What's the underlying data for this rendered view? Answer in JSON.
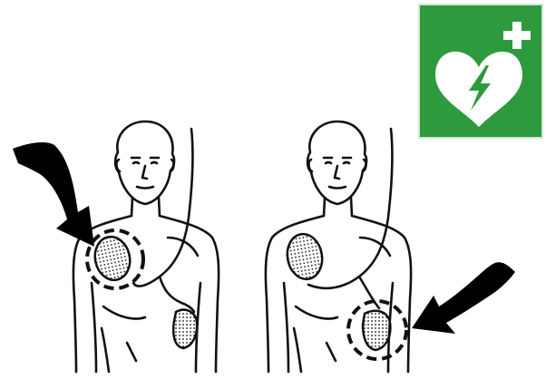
{
  "sign": {
    "type": "AED safety sign",
    "background_color": "#2e9a3e",
    "symbol_color": "#ffffff",
    "icons": [
      "heart-icon",
      "lightning-bolt-icon",
      "plus-cross-icon"
    ]
  },
  "figures": [
    {
      "id": "left",
      "pad_positions": [
        "right-upper-chest",
        "left-lower-ribs"
      ],
      "highlighted_pad": "right-upper-chest"
    },
    {
      "id": "right",
      "pad_positions": [
        "right-upper-chest",
        "left-lower-ribs"
      ],
      "highlighted_pad": "left-lower-ribs"
    }
  ],
  "style": {
    "ink_color": "#111111",
    "arrow_color": "#000000"
  }
}
